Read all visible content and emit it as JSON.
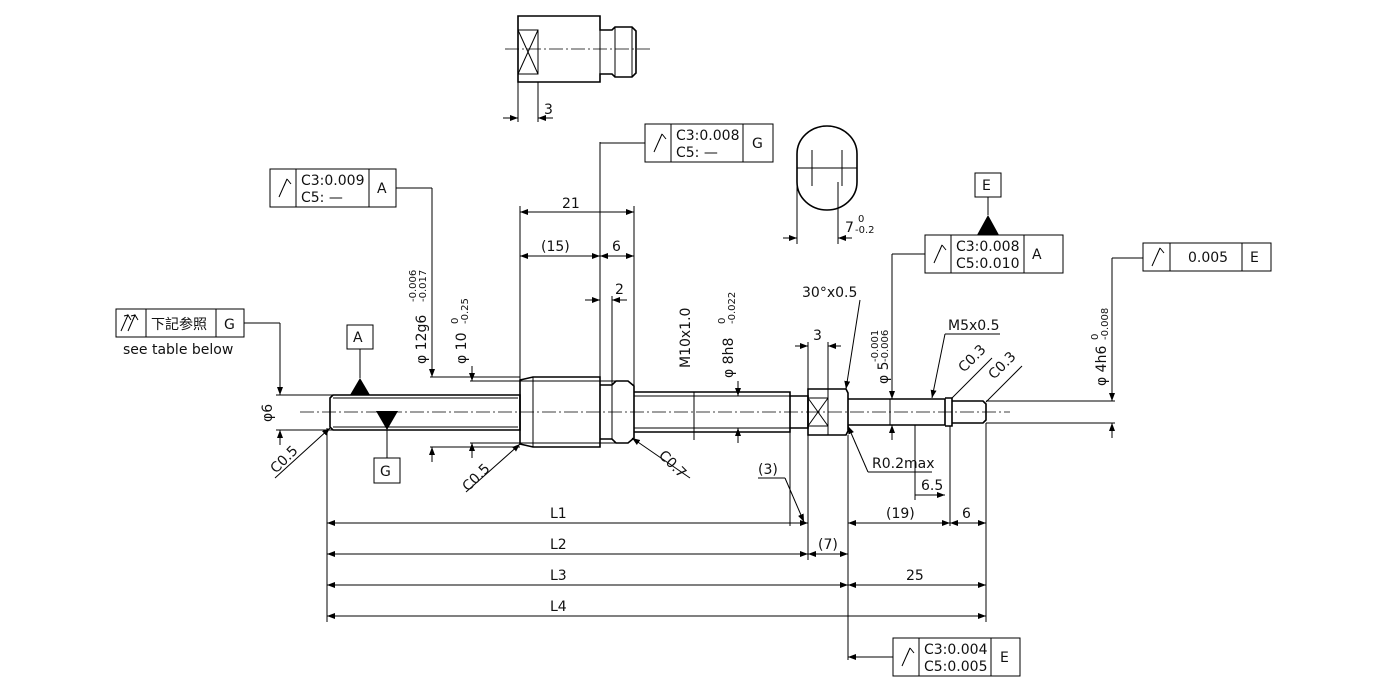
{
  "top_view": {
    "dim": "3"
  },
  "flat_view": {
    "dim": "7",
    "tol_upper": "0",
    "tol_lower": "-0.2"
  },
  "fcf_gear": {
    "c3": "C3:0.008",
    "c5": "C5: —",
    "datum": "G"
  },
  "fcf_left_top": {
    "c3": "C3:0.009",
    "c5": "C5: —",
    "datum": "A"
  },
  "fcf_ref": {
    "text": "下記参照",
    "datum": "G",
    "note": "see table below"
  },
  "fcf_e_mid": {
    "c3": "C3:0.008",
    "c5": "C5:0.010",
    "datum": "A"
  },
  "fcf_tip": {
    "value": "0.005",
    "datum": "E"
  },
  "fcf_bottom": {
    "c3": "C3:0.004",
    "c5": "C5:0.005",
    "datum": "E"
  },
  "datums": {
    "a": "A",
    "g": "G",
    "e": "E"
  },
  "dims": {
    "d21": "21",
    "d15": "(15)",
    "d6_top": "6",
    "d2": "2",
    "d30x05": "30°x0.5",
    "d3": "3",
    "m5": "M5x0.5",
    "c03a": "C0.3",
    "c03b": "C0.3",
    "phi6": "φ6",
    "c05_left": "C0.5",
    "c05_mid": "C0.5",
    "c07": "C0.7",
    "d3p": "(3)",
    "r02": "R0.2max",
    "d65": "6.5",
    "d19": "(19)",
    "d6_right": "6",
    "d7p": "(7)",
    "d25": "25",
    "l1": "L1",
    "l2": "L2",
    "l3": "L3",
    "l4": "L4"
  },
  "diams": {
    "d12": {
      "main": "φ 12g6",
      "upper": "-0.006",
      "lower": "-0.017"
    },
    "d10": {
      "main": "φ 10",
      "upper": "0",
      "lower": "-0.25"
    },
    "m10": {
      "main": "M10x1.0"
    },
    "d8": {
      "main": "φ 8h8",
      "upper": "0",
      "lower": "-0.022"
    },
    "d5": {
      "main": "φ 5",
      "upper": "-0.001",
      "lower": "-0.006"
    },
    "d4": {
      "main": "φ 4h6",
      "upper": "0",
      "lower": "-0.008"
    }
  }
}
